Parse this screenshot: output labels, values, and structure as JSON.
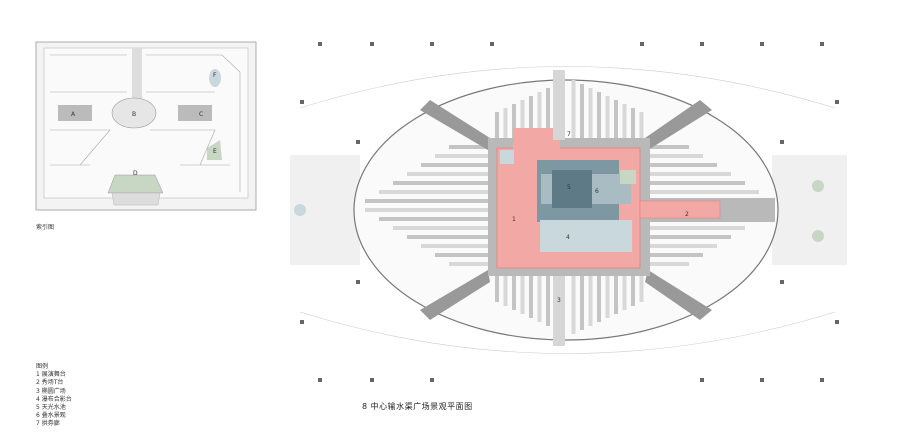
{
  "title": "8  中心输水渠广场景观平面图",
  "index_map": {
    "caption": "索引图",
    "zones": [
      "A",
      "B",
      "C",
      "D",
      "E",
      "F"
    ]
  },
  "legend": {
    "heading": "图例",
    "items": [
      "1  展演舞台",
      "2  秀场T台",
      "3  椭圆广场",
      "4  瀑布合影台",
      "5  天光水池",
      "6  叠水景观",
      "7  拱券廊"
    ]
  },
  "plan_labels": [
    "1",
    "2",
    "3",
    "4",
    "5",
    "6",
    "7"
  ],
  "colors": {
    "pink": "#f2a9a6",
    "pink_dark": "#e57f7c",
    "blue_gray": "#7d97a3",
    "pale_blue": "#c9d8dc",
    "gray": "#b9b9b9",
    "green": "#c8d6c4"
  }
}
